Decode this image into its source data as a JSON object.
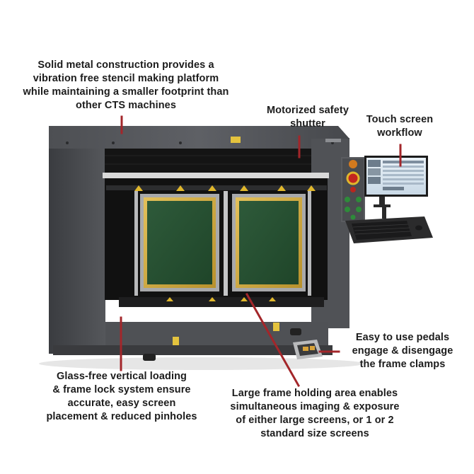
{
  "accent_color": "#a3262a",
  "callouts": {
    "construction": {
      "lines": [
        "Solid metal construction provides a",
        "vibration free stencil making platform",
        "while maintaining a smaller footprint than",
        "other CTS machines"
      ]
    },
    "shutter": {
      "lines": [
        "Motorized safety",
        "shutter"
      ]
    },
    "touchscreen": {
      "lines": [
        "Touch screen",
        "workflow"
      ]
    },
    "pedals": {
      "lines": [
        "Easy to use pedals",
        "engage & disengage",
        "the frame clamps"
      ]
    },
    "loading": {
      "lines": [
        "Glass-free vertical loading",
        "& frame lock system ensure",
        "accurate, easy screen",
        "placement & reduced pinholes"
      ]
    },
    "frame_area": {
      "lines": [
        "Large frame holding area enables",
        "simultaneous imaging & exposure",
        "of either large screens, or 1 or 2",
        "standard size screens"
      ]
    }
  }
}
